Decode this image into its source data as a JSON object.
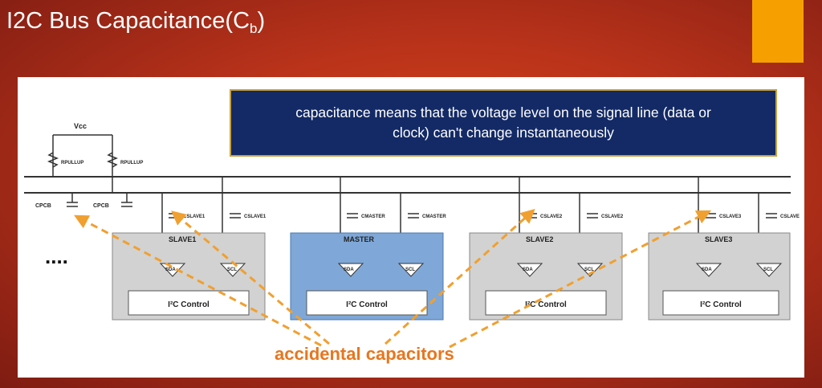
{
  "slide": {
    "title_main": "I2C Bus Capacitance(C",
    "title_sub": "b",
    "title_close": ")"
  },
  "callout": {
    "text_line1": "capacitance means that the voltage level on the signal line (data or",
    "text_line2": "clock) can't change instantaneously"
  },
  "caption": "accidental capacitors",
  "diagram": {
    "vcc_label": "Vcc",
    "pullup_label_left": "RPULLUP",
    "pullup_label_right": "RPULLUP",
    "pcb_cap_label_1": "CPCB",
    "pcb_cap_label_2": "CPCB",
    "ellipsis": "....",
    "devices": [
      {
        "name": "SLAVE1",
        "cap1": "CSLAVE1",
        "cap2": "CSLAVE1",
        "sda": "SDA",
        "scl": "SCL",
        "control": "I²C Control"
      },
      {
        "name": "MASTER",
        "cap1": "CMASTER",
        "cap2": "CMASTER",
        "sda": "SDA",
        "scl": "SCL",
        "control": "I²C Control"
      },
      {
        "name": "SLAVE2",
        "cap1": "CSLAVE2",
        "cap2": "CSLAVE2",
        "sda": "SDA",
        "scl": "SCL",
        "control": "I²C Control"
      },
      {
        "name": "SLAVE3",
        "cap1": "CSLAVE3",
        "cap2": "CSLAVE",
        "sda": "SDA",
        "scl": "SCL",
        "control": "I²C Control"
      }
    ]
  },
  "colors": {
    "background": "#c43a1c",
    "accent": "#f5a000",
    "callout_bg": "#132a66",
    "callout_border": "#c8a23c",
    "caption": "#e8761e",
    "arrow": "#f0a030",
    "master_fill": "#7fa8d8",
    "slave_fill": "#d2d2d2"
  }
}
